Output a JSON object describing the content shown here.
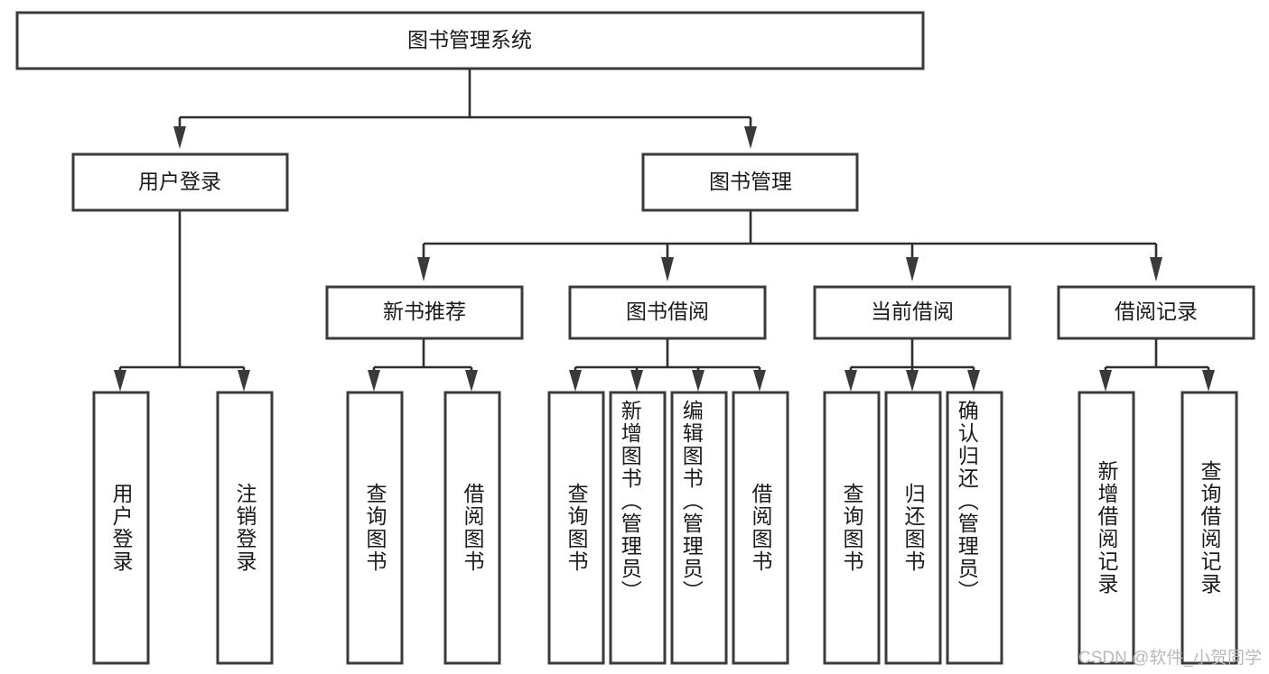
{
  "diagram": {
    "type": "hierarchy-tree",
    "root": {
      "id": "root",
      "label": "图书管理系统",
      "orientation": "horizontal"
    },
    "level2": [
      {
        "id": "user-login",
        "label": "用户登录",
        "orientation": "horizontal"
      },
      {
        "id": "book-management",
        "label": "图书管理",
        "orientation": "horizontal"
      }
    ],
    "level3": [
      {
        "id": "new-book-recommend",
        "label": "新书推荐",
        "orientation": "horizontal",
        "parent": "book-management"
      },
      {
        "id": "book-borrow",
        "label": "图书借阅",
        "orientation": "horizontal",
        "parent": "book-management"
      },
      {
        "id": "current-borrow",
        "label": "当前借阅",
        "orientation": "horizontal",
        "parent": "book-management"
      },
      {
        "id": "borrow-record",
        "label": "借阅记录",
        "orientation": "horizontal",
        "parent": "book-management"
      }
    ],
    "leaves": [
      {
        "id": "leaf-user-login",
        "label": "用户登录",
        "orientation": "vertical",
        "parent": "user-login"
      },
      {
        "id": "leaf-user-logout",
        "label": "注销登录",
        "orientation": "vertical",
        "parent": "user-login"
      },
      {
        "id": "leaf-query-book-1",
        "label": "查询图书",
        "orientation": "vertical",
        "parent": "new-book-recommend"
      },
      {
        "id": "leaf-borrow-book-1",
        "label": "借阅图书",
        "orientation": "vertical",
        "parent": "new-book-recommend"
      },
      {
        "id": "leaf-query-book-2",
        "label": "查询图书",
        "orientation": "vertical",
        "parent": "book-borrow"
      },
      {
        "id": "leaf-add-book",
        "label": "新增图书（管理员）",
        "orientation": "vertical",
        "parent": "book-borrow"
      },
      {
        "id": "leaf-edit-book",
        "label": "编辑图书（管理员）",
        "orientation": "vertical",
        "parent": "book-borrow"
      },
      {
        "id": "leaf-borrow-book-2",
        "label": "借阅图书",
        "orientation": "vertical",
        "parent": "book-borrow"
      },
      {
        "id": "leaf-query-book-3",
        "label": "查询图书",
        "orientation": "vertical",
        "parent": "current-borrow"
      },
      {
        "id": "leaf-return-book",
        "label": "归还图书",
        "orientation": "vertical",
        "parent": "current-borrow"
      },
      {
        "id": "leaf-confirm-return",
        "label": "确认归还（管理员）",
        "orientation": "vertical",
        "parent": "current-borrow"
      },
      {
        "id": "leaf-add-record",
        "label": "新增借阅记录",
        "orientation": "vertical",
        "parent": "borrow-record"
      },
      {
        "id": "leaf-query-record",
        "label": "查询借阅记录",
        "orientation": "vertical",
        "parent": "borrow-record"
      }
    ]
  },
  "watermark": {
    "text": "CSDN @软件_小贺同学"
  },
  "colors": {
    "box_stroke": "#3b3b3b",
    "box_fill": "#ffffff",
    "connector": "#2e2e2e",
    "text": "#1a1a1a",
    "watermark": "#b9b9b9",
    "background": "#ffffff"
  }
}
